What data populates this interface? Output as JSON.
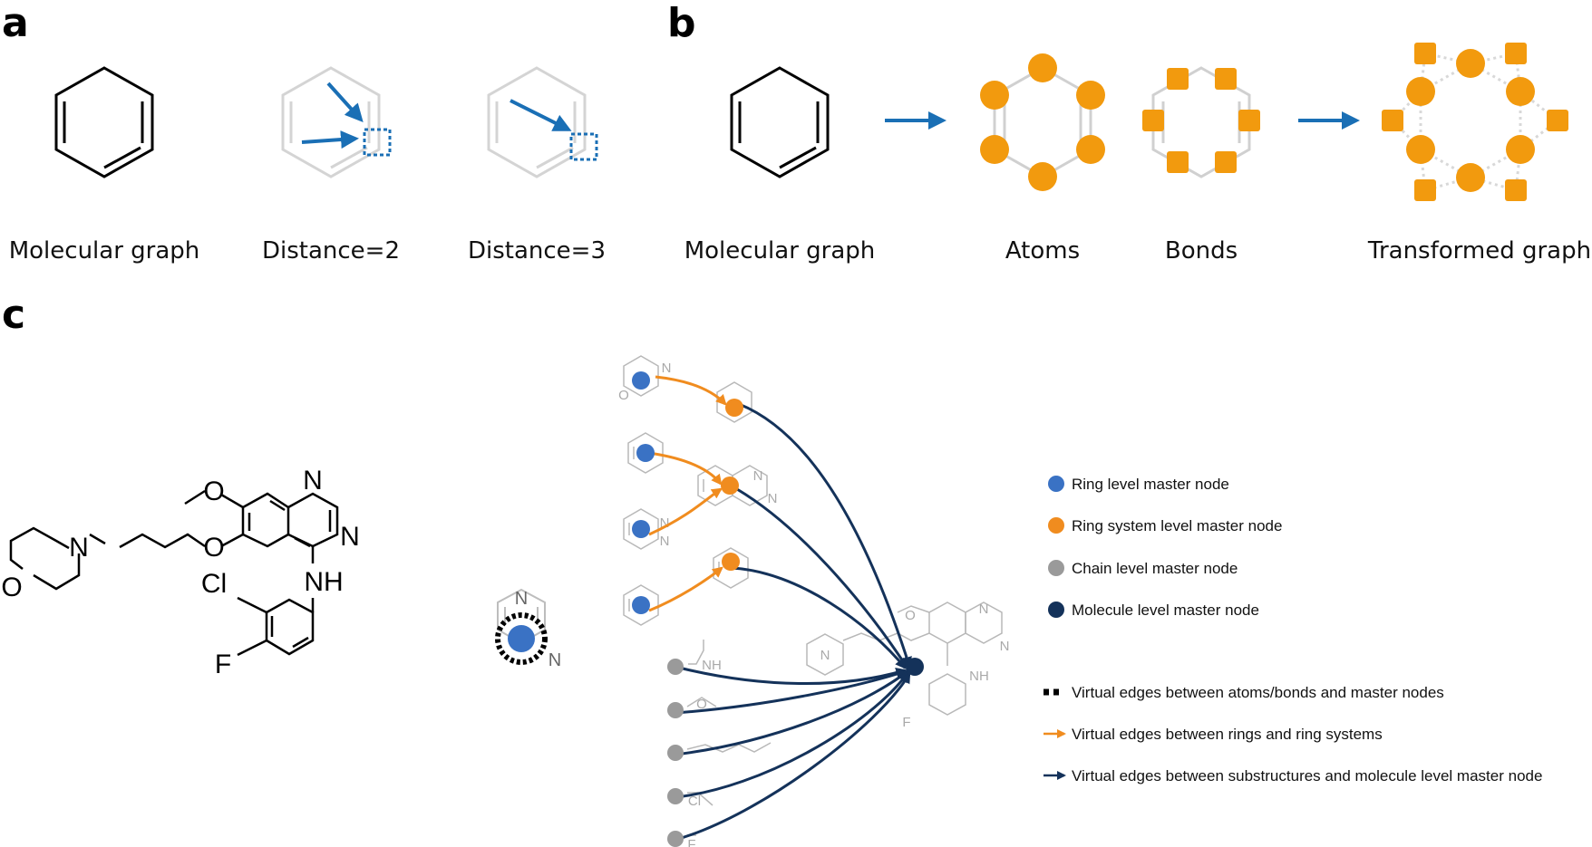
{
  "panels": {
    "a": {
      "letter": "a",
      "captions": [
        "Molecular graph",
        "Distance=2",
        "Distance=3"
      ]
    },
    "b": {
      "letter": "b",
      "captions": [
        "Molecular graph",
        "Atoms",
        "Bonds",
        "Transformed graph"
      ]
    },
    "c": {
      "letter": "c",
      "atom_labels": {
        "n1": "N",
        "n2": "N",
        "n_morph": "N",
        "o_morph": "O",
        "o1": "O",
        "o2": "O",
        "nh": "NH",
        "cl": "Cl",
        "f": "F"
      },
      "pyrimidine_labels": [
        "N",
        "N"
      ],
      "gray_labels": {
        "morph_n": "N",
        "morph_o": "O",
        "pyr_n1": "N",
        "pyr_n2": "N",
        "quin_n1": "N",
        "quin_n2": "N",
        "chain_nh": "NH",
        "chain_o": "O",
        "chain_cl": "Cl",
        "chain_f": "F",
        "mol_o": "O",
        "mol_n1": "N",
        "mol_n2": "N",
        "mol_n3": "N",
        "mol_nh": "NH",
        "mol_f": "F"
      },
      "legend": [
        {
          "type": "dot",
          "color": "#3a72c4",
          "label": "Ring level master node"
        },
        {
          "type": "dot",
          "color": "#f08c1f",
          "label": "Ring system level master node"
        },
        {
          "type": "dot",
          "color": "#9a9a9a",
          "label": "Chain level master node"
        },
        {
          "type": "dot",
          "color": "#14325a",
          "label": "Molecule level master node"
        },
        {
          "type": "dash",
          "color": "#000000",
          "label": "Virtual edges between atoms/bonds and master nodes"
        },
        {
          "type": "arrow",
          "color": "#f08c1f",
          "label": "Virtual edges between rings and ring systems"
        },
        {
          "type": "arrow",
          "color": "#14325a",
          "label": "Virtual edges between substructures and molecule level master node"
        }
      ]
    }
  },
  "colors": {
    "blue_arrow": "#1a6fb5",
    "orange": "#f29a0e",
    "ring_blue": "#3a72c4",
    "ring_orange": "#f08c1f",
    "chain_gray": "#9a9a9a",
    "molecule_navy": "#14325a",
    "light_gray": "#cccccc"
  }
}
